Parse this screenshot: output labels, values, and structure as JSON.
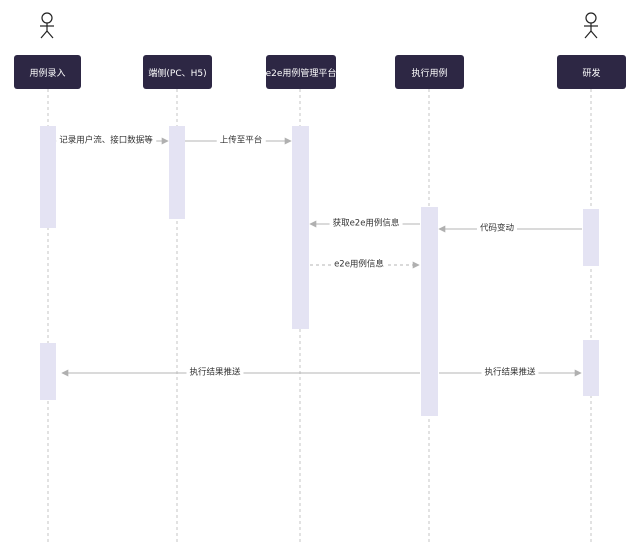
{
  "participants": [
    {
      "id": "p1",
      "label": "用例录入",
      "has_figure": true
    },
    {
      "id": "p2",
      "label": "端侧(PC、H5)",
      "has_figure": false
    },
    {
      "id": "p3",
      "label": "e2e用例管理平台",
      "has_figure": false
    },
    {
      "id": "p4",
      "label": "执行用例",
      "has_figure": false
    },
    {
      "id": "p5",
      "label": "研发",
      "has_figure": true
    }
  ],
  "messages": [
    {
      "id": "m1",
      "label": "记录用户流、接口数据等",
      "from": "p1",
      "to": "p2",
      "style": "solid"
    },
    {
      "id": "m2",
      "label": "上传至平台",
      "from": "p2",
      "to": "p3",
      "style": "solid"
    },
    {
      "id": "m3",
      "label": "代码变动",
      "from": "p5",
      "to": "p4",
      "style": "solid"
    },
    {
      "id": "m4",
      "label": "获取e2e用例信息",
      "from": "p4",
      "to": "p3",
      "style": "solid"
    },
    {
      "id": "m5",
      "label": "e2e用例信息",
      "from": "p3",
      "to": "p4",
      "style": "dashed"
    },
    {
      "id": "m6",
      "label": "执行结果推送",
      "from": "p4",
      "to": "p1",
      "style": "solid"
    },
    {
      "id": "m7",
      "label": "执行结果推送",
      "from": "p4",
      "to": "p5",
      "style": "solid"
    }
  ],
  "colors": {
    "actor_box": "#2d2744",
    "activation": "#e4e3f3",
    "lifeline": "#c4c4c4",
    "arrow": "#b5b5b5",
    "figure": "#222222"
  }
}
